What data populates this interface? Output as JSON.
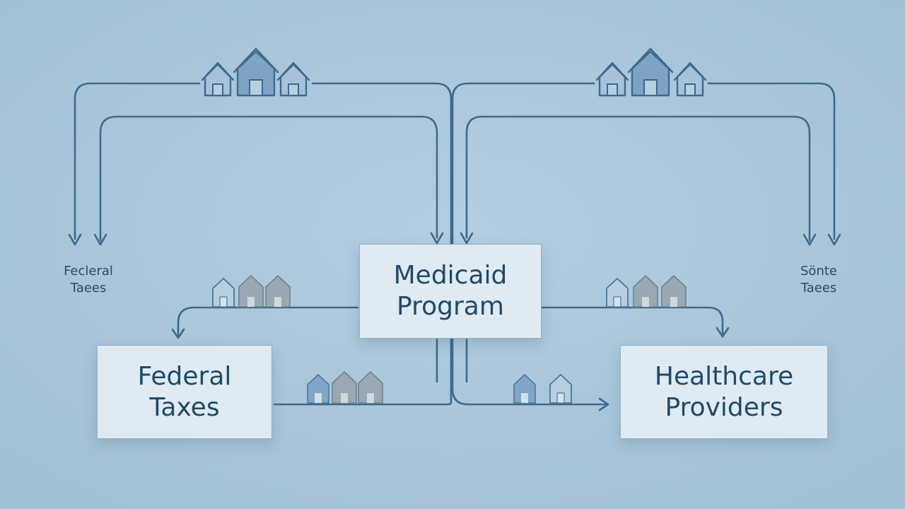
{
  "colors": {
    "background": "#a9c4d8",
    "box_fill": "#dfeaf2",
    "box_border": "#8fb0c6",
    "text": "#1f4a6b",
    "line": "#3d6a8c",
    "house_blue": "#7da4c4",
    "house_grey": "#9aa8b3"
  },
  "nodes": {
    "medicaid": {
      "line1": "Medicaid",
      "line2": "Program"
    },
    "federal_taxes": {
      "line1": "Federal",
      "line2": "Taxes"
    },
    "healthcare_providers": {
      "line1": "Healthcare",
      "line2": "Providers"
    }
  },
  "side_labels": {
    "left": {
      "line1": "Fecleral",
      "line2": "Taees"
    },
    "right": {
      "line1": "Sönte",
      "line2": "Taees"
    }
  },
  "icons": [
    "house-icon"
  ]
}
